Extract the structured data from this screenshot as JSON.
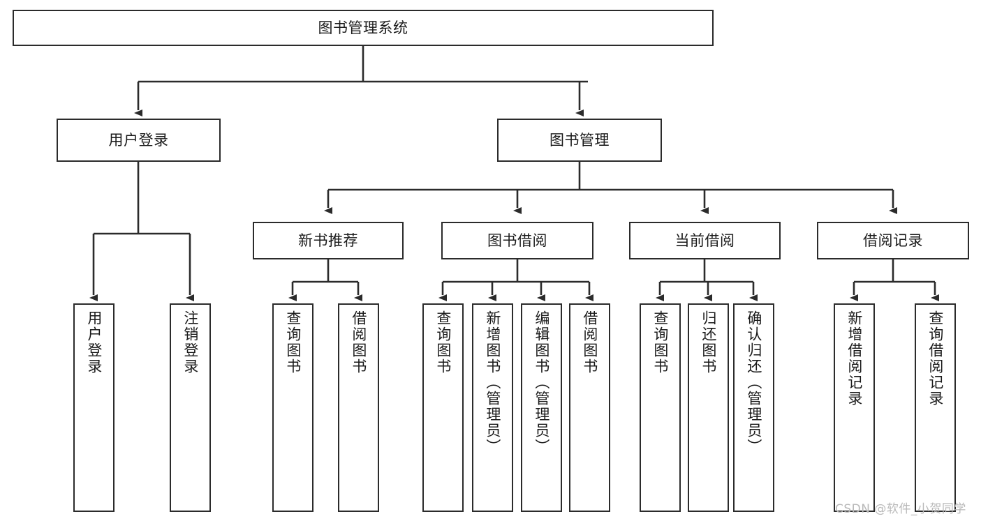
{
  "diagram": {
    "title": "图书管理系统",
    "watermark": "CSDN @软件_小贺同学",
    "line_color": "#2b2b2b",
    "box_fill": "#ffffff",
    "text_color": "#1a1a1a",
    "watermark_color": "#b9b9b9"
  },
  "nodes": {
    "root": {
      "label": "图书管理系统"
    },
    "level1": [
      {
        "label": "用户登录"
      },
      {
        "label": "图书管理"
      }
    ],
    "level2": [
      {
        "label": "新书推荐"
      },
      {
        "label": "图书借阅"
      },
      {
        "label": "当前借阅"
      },
      {
        "label": "借阅记录"
      }
    ],
    "leaves": {
      "user_login": [
        {
          "label": "用户登录"
        },
        {
          "label": "注销登录"
        }
      ],
      "new_book_recommend": [
        {
          "label": "查询图书"
        },
        {
          "label": "借阅图书"
        }
      ],
      "book_borrow": [
        {
          "label": "查询图书"
        },
        {
          "label": "新增图书（管理员）"
        },
        {
          "label": "编辑图书（管理员）"
        },
        {
          "label": "借阅图书"
        }
      ],
      "current_borrow": [
        {
          "label": "查询图书"
        },
        {
          "label": "归还图书"
        },
        {
          "label": "确认归还（管理员）"
        }
      ],
      "borrow_record": [
        {
          "label": "新增借阅记录"
        },
        {
          "label": "查询借阅记录"
        }
      ]
    }
  }
}
